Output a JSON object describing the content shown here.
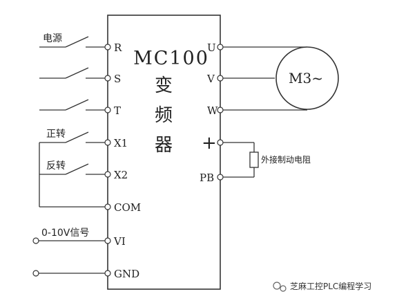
{
  "device": {
    "model": "MC100",
    "name_lines": [
      "变",
      "频",
      "器"
    ]
  },
  "left_terminals": [
    "R",
    "S",
    "T",
    "X1",
    "X2",
    "COM",
    "VI",
    "GND"
  ],
  "right_terminals": [
    "U",
    "V",
    "W",
    "+",
    "PB"
  ],
  "labels": {
    "power": "电源",
    "forward": "正转",
    "reverse": "反转",
    "signal": "0-10V信号",
    "brake_resistor": "外接制动电阻",
    "motor": "M3~"
  },
  "watermark": {
    "text": "芝麻工控PLC编程学习"
  },
  "colors": {
    "line": "#333333",
    "background": "#ffffff"
  }
}
